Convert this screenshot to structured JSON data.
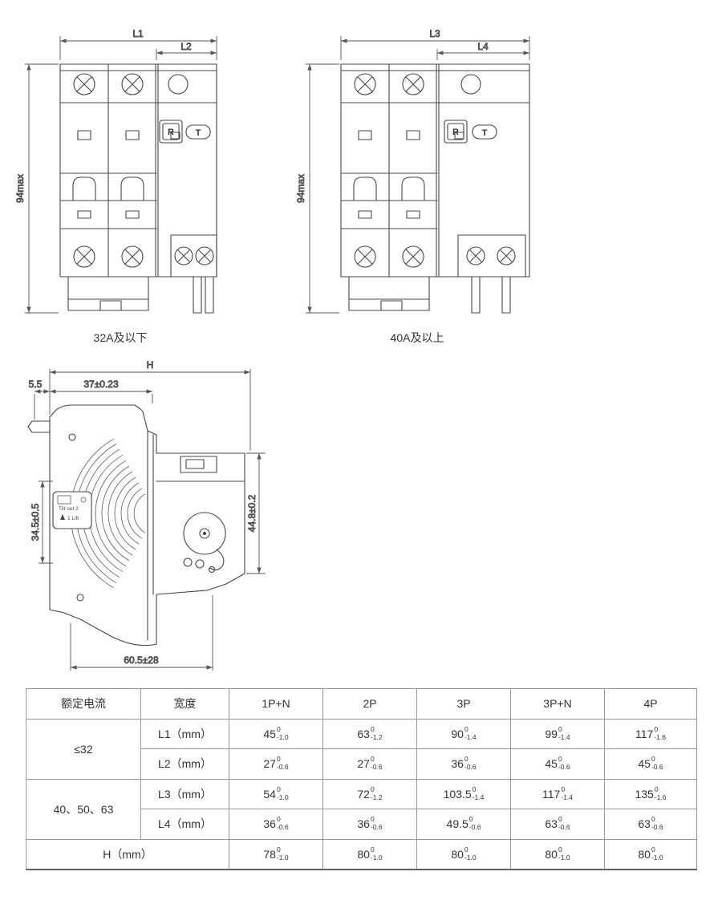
{
  "front_small": {
    "caption": "32A及以下",
    "l1": "L1",
    "l2": "L2",
    "h": "94max",
    "r": "R",
    "t": "T"
  },
  "front_large": {
    "caption": "40A及以上",
    "l3": "L3",
    "l4": "L4",
    "h": "94max",
    "r": "R",
    "t": "T"
  },
  "side_view": {
    "h": "H",
    "back_offset": "5.5",
    "top_width": "37±0.23",
    "clip_height": "34.5±0.5",
    "front_height": "44.8±0.2",
    "depth": "60.5±28",
    "tilt_label": "Tilt out 2",
    "lift_label": "1 Lift"
  },
  "table": {
    "headers": [
      "额定电流",
      "宽度",
      "1P+N",
      "2P",
      "3P",
      "3P+N",
      "4P"
    ],
    "groups": [
      "≤32",
      "40、50、63"
    ],
    "rows": [
      {
        "dim": "L1（mm）",
        "cells": [
          {
            "v": "45",
            "t": "0",
            "b": "-1.0"
          },
          {
            "v": "63",
            "t": "0",
            "b": "-1.2"
          },
          {
            "v": "90",
            "t": "0",
            "b": "-1.4"
          },
          {
            "v": "99",
            "t": "0",
            "b": "-1.4"
          },
          {
            "v": "117",
            "t": "0",
            "b": "-1.6"
          }
        ]
      },
      {
        "dim": "L2（mm）",
        "cells": [
          {
            "v": "27",
            "t": "0",
            "b": "-0.6"
          },
          {
            "v": "27",
            "t": "0",
            "b": "-0.6"
          },
          {
            "v": "36",
            "t": "0",
            "b": "-0.6"
          },
          {
            "v": "45",
            "t": "0",
            "b": "-0.6"
          },
          {
            "v": "45",
            "t": "0",
            "b": "-0.6"
          }
        ]
      },
      {
        "dim": "L3（mm）",
        "cells": [
          {
            "v": "54",
            "t": "0",
            "b": "-1.0"
          },
          {
            "v": "72",
            "t": "0",
            "b": "-1.2"
          },
          {
            "v": "103.5",
            "t": "0",
            "b": "-1.4"
          },
          {
            "v": "117",
            "t": "0",
            "b": "-1.4"
          },
          {
            "v": "135",
            "t": "0",
            "b": "-1.6"
          }
        ]
      },
      {
        "dim": "L4（mm）",
        "cells": [
          {
            "v": "36",
            "t": "0",
            "b": "-0.6"
          },
          {
            "v": "36",
            "t": "0",
            "b": "-0.6"
          },
          {
            "v": "49.5",
            "t": "0",
            "b": "-0.6"
          },
          {
            "v": "63",
            "t": "0",
            "b": "-0.6"
          },
          {
            "v": "63",
            "t": "0",
            "b": "-0.6"
          }
        ]
      }
    ],
    "h_row": {
      "label": "H（mm）",
      "cells": [
        {
          "v": "78",
          "t": "0",
          "b": "-1.0"
        },
        {
          "v": "80",
          "t": "0",
          "b": "-1.0"
        },
        {
          "v": "80",
          "t": "0",
          "b": "-1.0"
        },
        {
          "v": "80",
          "t": "0",
          "b": "-1.0"
        },
        {
          "v": "80",
          "t": "0",
          "b": "-1.0"
        }
      ]
    }
  }
}
